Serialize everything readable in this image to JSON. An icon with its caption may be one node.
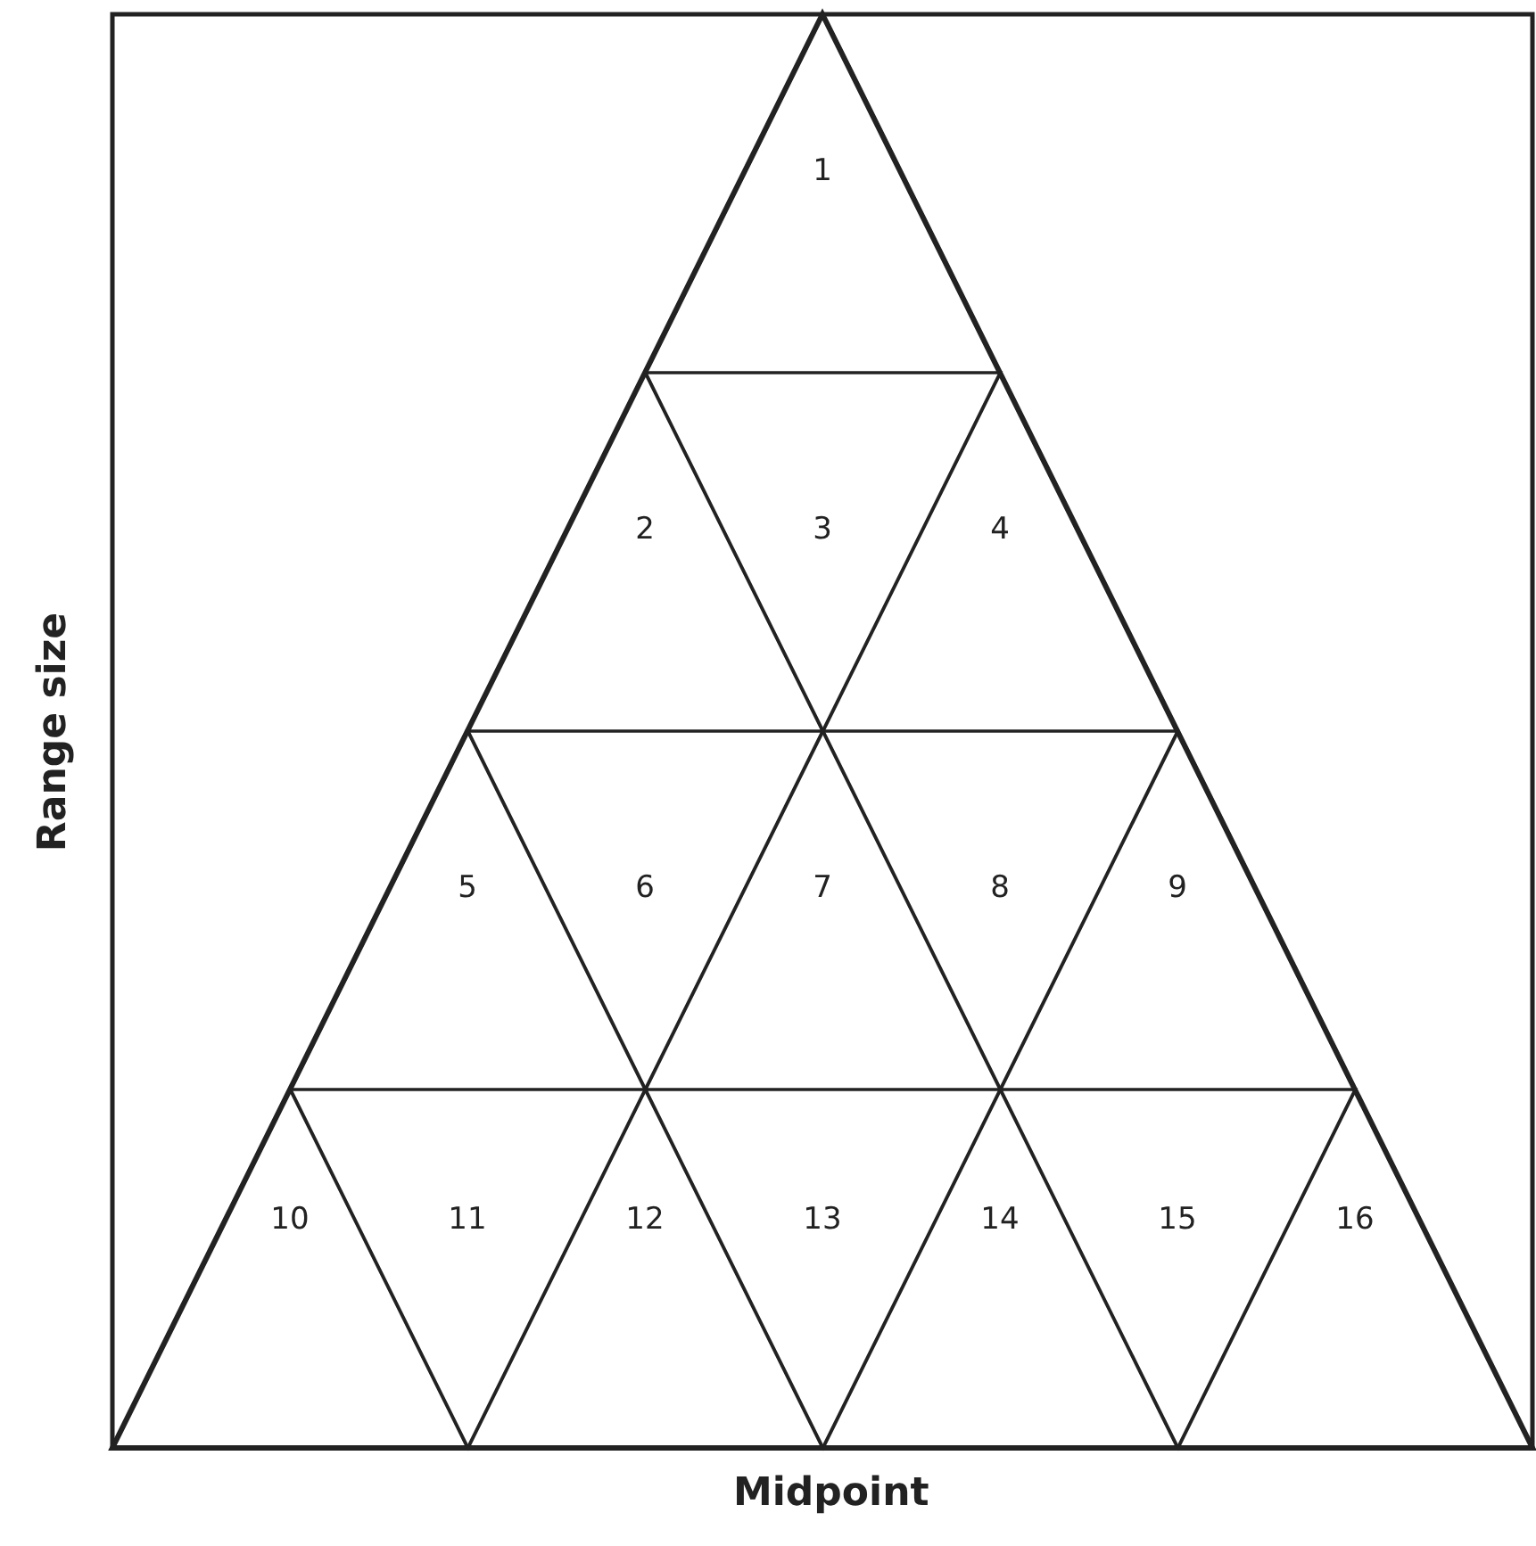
{
  "diagram": {
    "nodes": [
      {
        "text": [
          "1"
        ]
      },
      {
        "text": [
          "2"
        ]
      },
      {
        "text": [
          "3"
        ]
      },
      {
        "text": [
          "4"
        ]
      },
      {
        "text": [
          "5"
        ]
      },
      {
        "text": [
          "6"
        ]
      },
      {
        "text": [
          "7"
        ]
      },
      {
        "text": [
          "8"
        ]
      },
      {
        "text": [
          "9"
        ]
      },
      {
        "text": [
          "10"
        ]
      },
      {
        "text": [
          "11"
        ]
      },
      {
        "text": [
          "12"
        ]
      },
      {
        "text": [
          "13"
        ]
      },
      {
        "text": [
          "14"
        ]
      },
      {
        "text": [
          "15"
        ]
      },
      {
        "text": [
          "16"
        ]
      }
    ],
    "labels": [
      "Range size",
      "Midpoint"
    ]
  }
}
